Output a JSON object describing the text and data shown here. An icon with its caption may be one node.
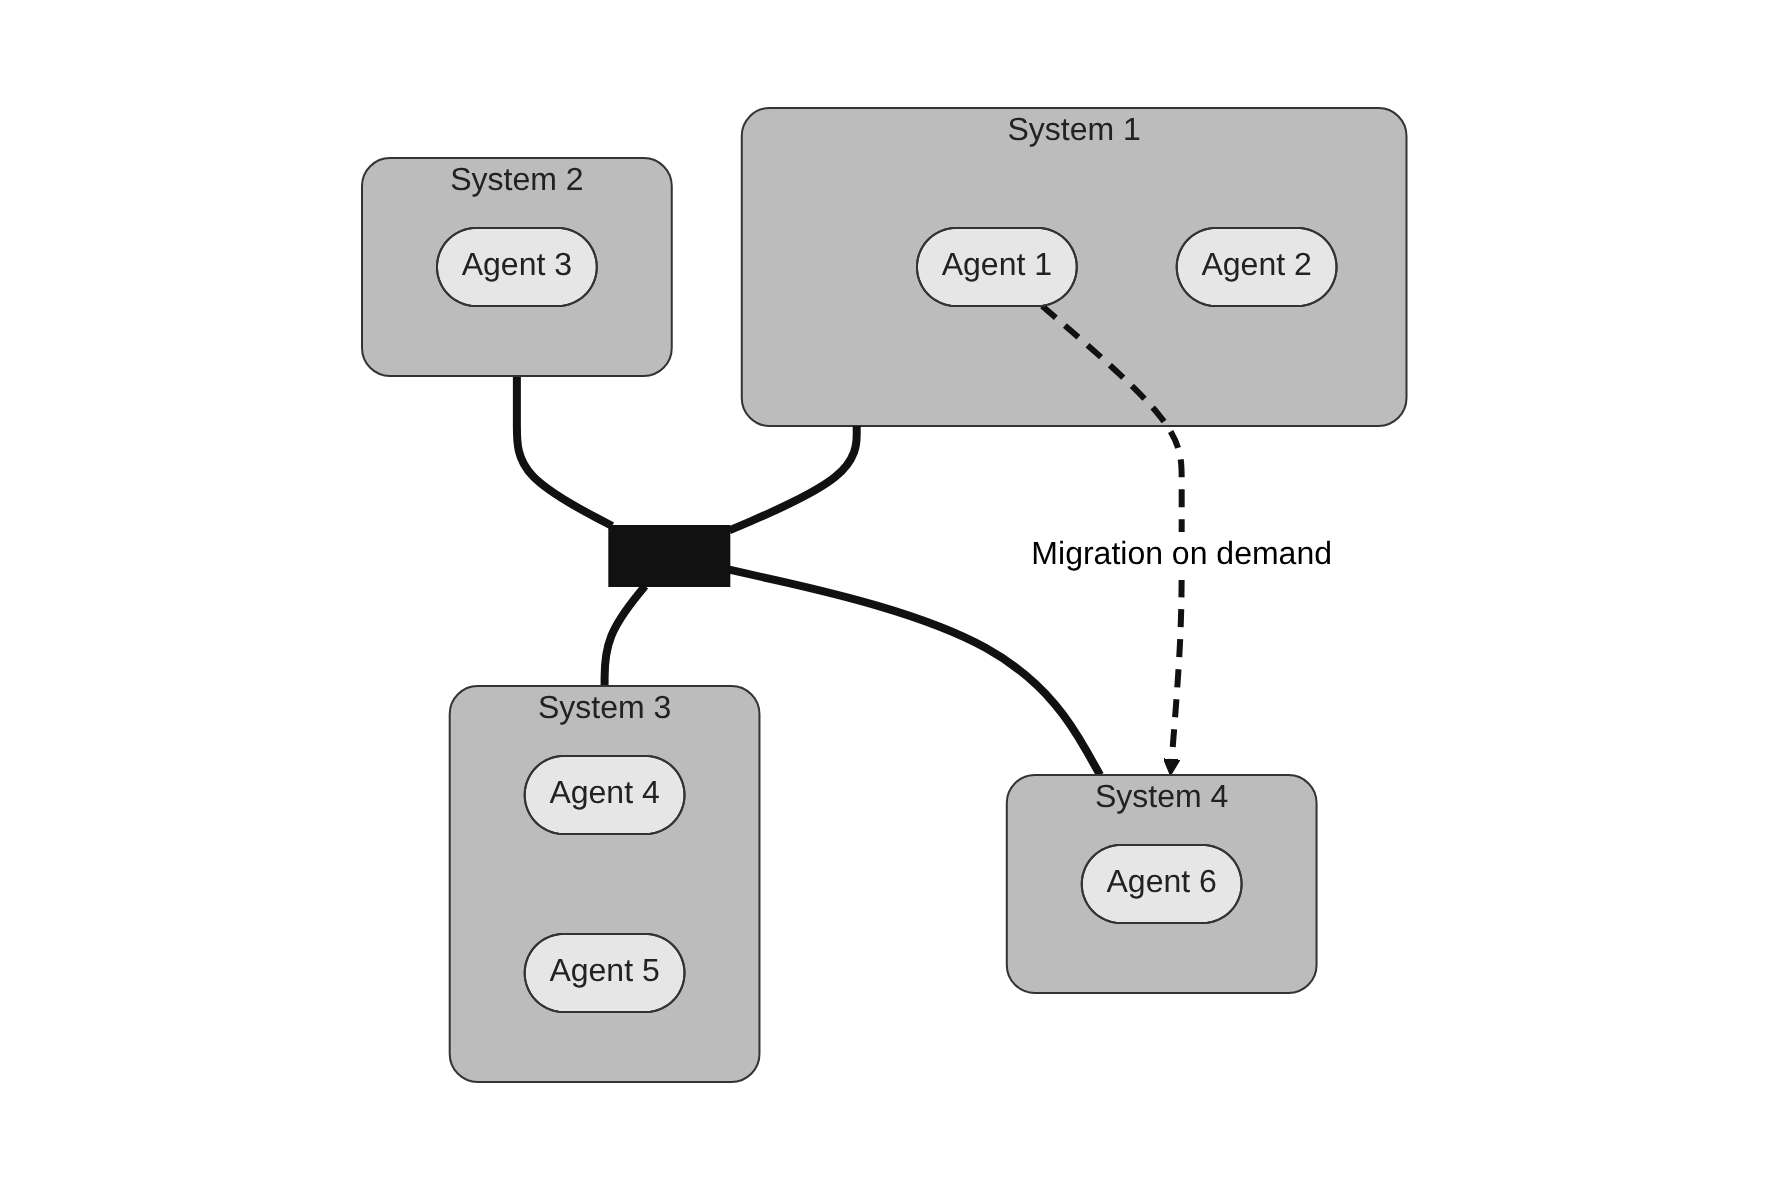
{
  "diagram": {
    "nodes": [
      {
        "text": [
          "System 1"
        ]
      },
      {
        "text": [
          "Agent 1"
        ],
        "in": 0
      },
      {
        "text": [
          "Agent 2"
        ],
        "in": 0
      },
      {
        "text": [
          "System 2"
        ]
      },
      {
        "text": [
          "Agent 3"
        ],
        "in": 3
      },
      {
        "text": [
          "System 3"
        ]
      },
      {
        "text": [
          "Agent 4"
        ],
        "in": 5
      },
      {
        "text": [
          "Agent 5"
        ],
        "in": 5
      },
      {
        "text": [
          "System 4"
        ]
      },
      {
        "text": [
          "Agent 6"
        ],
        "in": 8
      },
      {
        "text": [],
        "shape": "bar"
      }
    ],
    "edges": [
      {
        "from": 0,
        "to": 10,
        "arrow": "none"
      },
      {
        "from": 3,
        "to": 10,
        "arrow": "none"
      },
      {
        "from": 10,
        "to": 5,
        "arrow": "none"
      },
      {
        "from": 10,
        "to": 8,
        "arrow": "none"
      },
      {
        "from": 1,
        "to": 8,
        "arrow": "to",
        "style": "dashed",
        "label": "Migration on demand"
      }
    ]
  }
}
